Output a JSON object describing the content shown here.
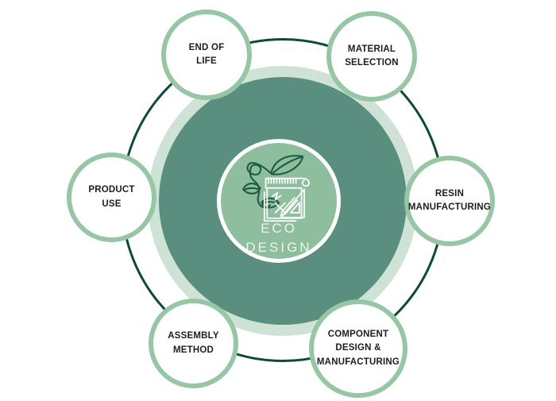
{
  "center": {
    "lines": [
      "ECO",
      "DESIGN"
    ],
    "icon": "leaf-vine-and-drafting-tools-icon"
  },
  "nodes": [
    {
      "id": "end-of-life",
      "lines": [
        "END OF",
        "LIFE"
      ]
    },
    {
      "id": "material-selection",
      "lines": [
        "MATERIAL",
        "SELECTION"
      ]
    },
    {
      "id": "resin-manufacturing",
      "lines": [
        "RESIN",
        "MANUFACTURING"
      ]
    },
    {
      "id": "component-design-manufacturing",
      "lines": [
        "COMPONENT",
        "DESIGN &",
        "MANUFACTURING"
      ]
    },
    {
      "id": "assembly-method",
      "lines": [
        "ASSEMBLY",
        "METHOD"
      ]
    },
    {
      "id": "product-use",
      "lines": [
        "PRODUCT",
        "USE"
      ]
    }
  ],
  "colors": {
    "core_fill": "#5a8e7e",
    "halo_fill": "#cee3d5",
    "orbit_ring": "#0c4c32",
    "node_border": "#97c6a5",
    "node_fill": "#ffffff",
    "badge_fill": "#8fbe9f",
    "badge_border": "#ffffff",
    "vine_stroke": "#1b5c41",
    "drafting_stroke": "#ffffff",
    "label_text": "#1e1e1e",
    "center_text": "#e9f3ec"
  }
}
